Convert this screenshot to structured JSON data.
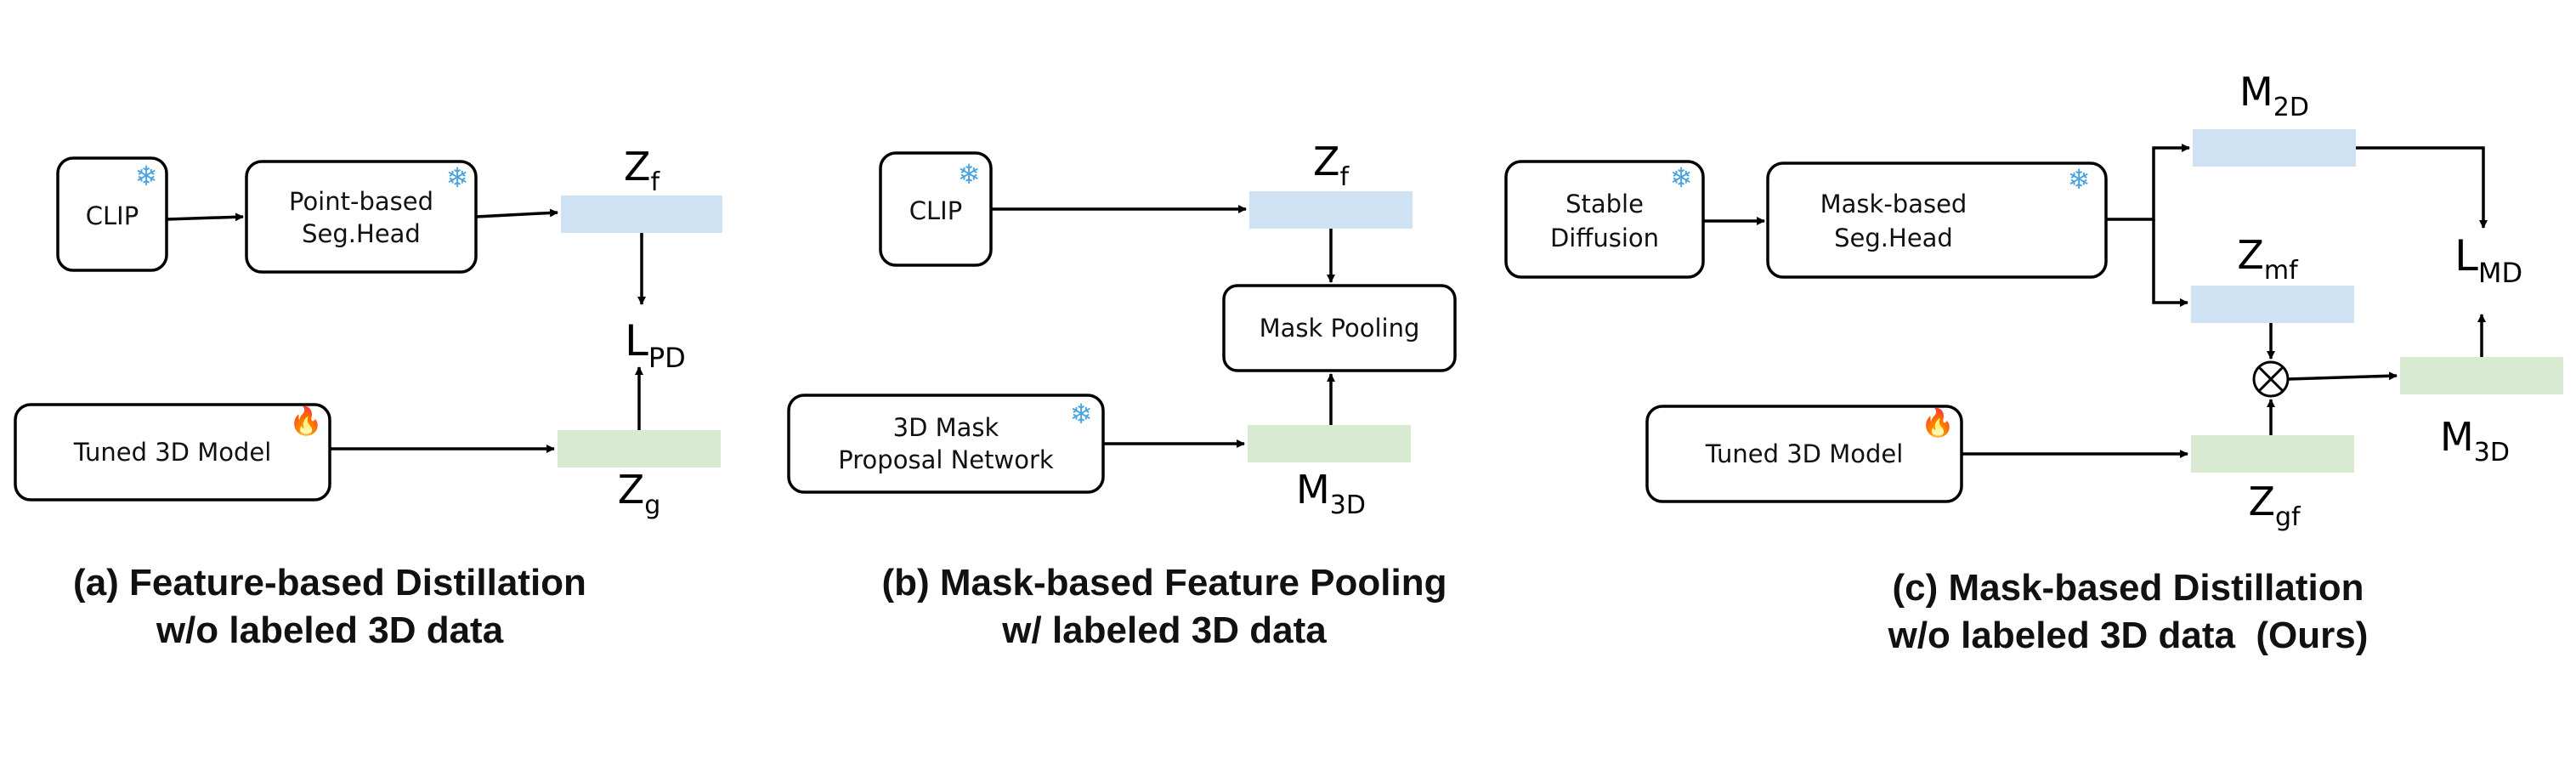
{
  "colors": {
    "feature_blue": "#cfe2f3",
    "feature_green": "#d9ead3",
    "frozen_icon": "#4aa3df",
    "tuned_icon": "#ef6c00"
  },
  "icons": {
    "frozen": "snowflake-icon",
    "tuned": "fire-icon"
  },
  "panel_a": {
    "clip": "CLIP",
    "head_line1": "Point-based",
    "head_line2": "Seg.Head",
    "model": "Tuned 3D Model",
    "zf_base": "Z",
    "zf_sub": "f",
    "zg_base": "Z",
    "zg_sub": "g",
    "loss_base": "L",
    "loss_sub": "PD",
    "caption_line1": "(a) Feature-based Distillation",
    "caption_line2": "w/o labeled 3D data"
  },
  "panel_b": {
    "clip": "CLIP",
    "pooling": "Mask Pooling",
    "proposal_line1": "3D Mask",
    "proposal_line2": "Proposal Network",
    "zf_base": "Z",
    "zf_sub": "f",
    "m3d_base": "M",
    "m3d_sub": "3D",
    "caption_line1": "(b) Mask-based Feature Pooling",
    "caption_line2": "w/ labeled 3D data"
  },
  "panel_c": {
    "diffusion_line1": "Stable",
    "diffusion_line2": "Diffusion",
    "head_line1": "Mask-based",
    "head_line2": "Seg.Head",
    "model": "Tuned 3D Model",
    "m2d_base": "M",
    "m2d_sub": "2D",
    "zmf_base": "Z",
    "zmf_sub": "mf",
    "zgf_base": "Z",
    "zgf_sub": "gf",
    "m3d_base": "M",
    "m3d_sub": "3D",
    "loss_base": "L",
    "loss_sub": "MD",
    "operator": "⊗",
    "caption_line1": "(c) Mask-based Distillation",
    "caption_line2": "w/o labeled 3D data  (Ours)"
  }
}
